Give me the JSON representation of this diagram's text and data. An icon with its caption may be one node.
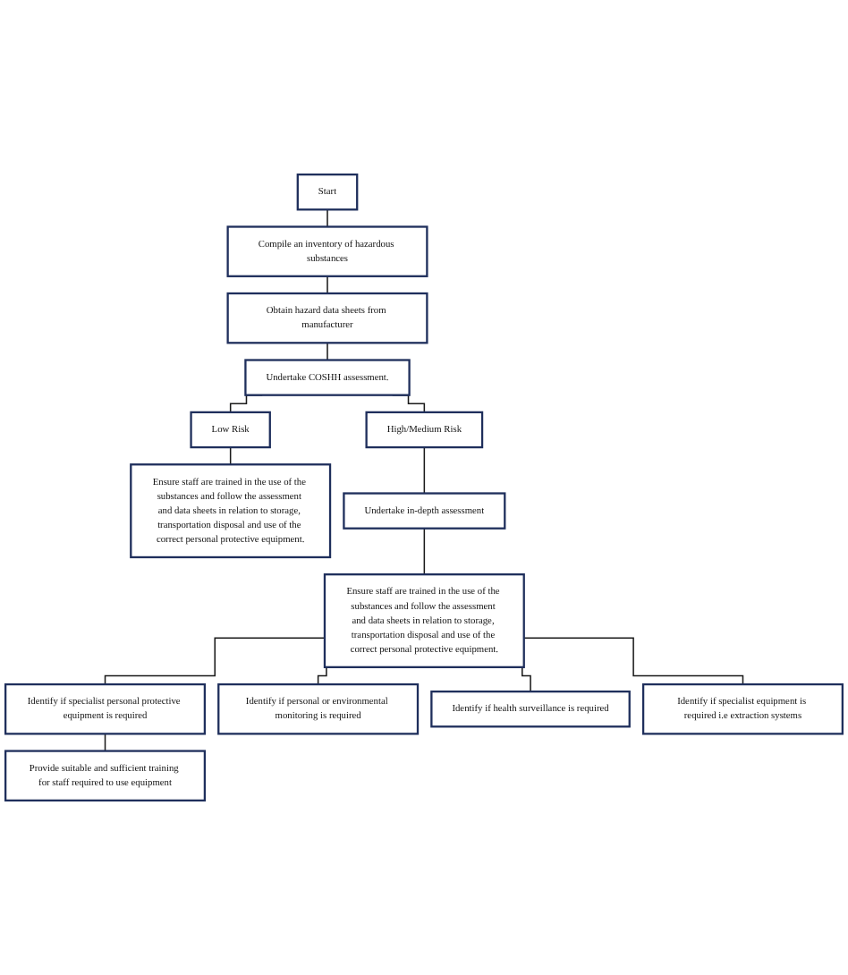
{
  "diagram": {
    "nodes": [
      {
        "text": [
          "Start"
        ]
      },
      {
        "text": [
          "Compile an inventory of hazardous substances"
        ]
      },
      {
        "text": [
          "Obtain hazard data sheets from manufacturer"
        ]
      },
      {
        "text": [
          "Undertake COSHH assessment."
        ]
      },
      {
        "text": [
          "Low Risk"
        ]
      },
      {
        "text": [
          "High/Medium Risk"
        ]
      },
      {
        "text": [
          "Ensure staff are trained in the use of the substances and follow the assessment and data sheets in relation to storage, transportation disposal and use of the correct personal protective equipment."
        ]
      },
      {
        "text": [
          "Undertake in-depth assessment"
        ]
      },
      {
        "text": [
          "Ensure staff are trained in the use of the substances and follow the assessment and data sheets in relation to storage, transportation disposal and use of the correct personal protective equipment."
        ]
      },
      {
        "text": [
          "Identify if specialist personal protective equipment is required"
        ]
      },
      {
        "text": [
          "Identify if personal or environmental monitoring is required"
        ]
      },
      {
        "text": [
          "Identify if health surveillance is required"
        ]
      },
      {
        "text": [
          "Identify if specialist equipment is required i.e extraction systems"
        ]
      },
      {
        "text": [
          "Provide suitable and sufficient training for staff required to use equipment"
        ]
      }
    ],
    "edges": [
      {
        "from": 0,
        "to": 1,
        "arrow": "none"
      },
      {
        "from": 1,
        "to": 2,
        "arrow": "none"
      },
      {
        "from": 2,
        "to": 3,
        "arrow": "none"
      },
      {
        "from": 3,
        "to": 4,
        "arrow": "none"
      },
      {
        "from": 3,
        "to": 5,
        "arrow": "none"
      },
      {
        "from": 4,
        "to": 6,
        "arrow": "none"
      },
      {
        "from": 5,
        "to": 7,
        "arrow": "none"
      },
      {
        "from": 7,
        "to": 8,
        "arrow": "none"
      },
      {
        "from": 8,
        "to": 9,
        "arrow": "none"
      },
      {
        "from": 8,
        "to": 10,
        "arrow": "none"
      },
      {
        "from": 8,
        "to": 11,
        "arrow": "none"
      },
      {
        "from": 8,
        "to": 12,
        "arrow": "none"
      },
      {
        "from": 9,
        "to": 13,
        "arrow": "none"
      }
    ]
  }
}
